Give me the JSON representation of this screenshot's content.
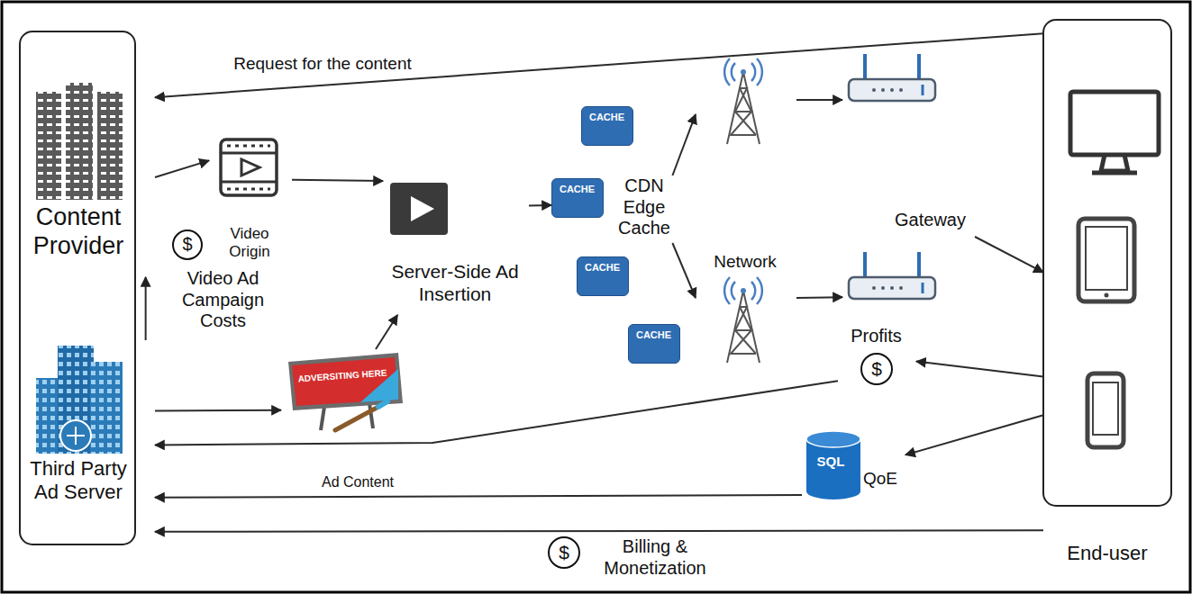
{
  "diagram": {
    "nodes": [
      {
        "text": [
          "Content Provider"
        ]
      },
      {
        "text": [
          "Third Party Ad Server"
        ]
      },
      {
        "text": [
          "Video Origin"
        ]
      },
      {
        "text": [
          "Server-Side Ad Insertion"
        ]
      },
      {
        "text": [
          "ADVERSITING HERE"
        ]
      },
      {
        "text": [
          "CACHE"
        ]
      },
      {
        "text": [
          "CACHE"
        ]
      },
      {
        "text": [
          "CACHE"
        ]
      },
      {
        "text": [
          "CACHE"
        ]
      },
      {
        "text": [
          "CDN Edge Cache"
        ]
      },
      {
        "text": [
          "Network"
        ]
      },
      {
        "text": [
          "Gateway"
        ]
      },
      {
        "text": [
          "Profits",
          "$"
        ]
      },
      {
        "text": [
          "SQL",
          "QoE"
        ]
      },
      {
        "text": [
          "End-user"
        ]
      }
    ],
    "edges": [
      {
        "from": 14,
        "to": 0,
        "arrow": "to",
        "label": "Request for the content"
      },
      {
        "from": 0,
        "to": 2,
        "arrow": "to"
      },
      {
        "from": 2,
        "to": 3,
        "arrow": "to"
      },
      {
        "from": 1,
        "to": 0,
        "arrow": "to",
        "label": "Video Ad Campaign Costs"
      },
      {
        "from": 1,
        "to": 4,
        "arrow": "to"
      },
      {
        "from": 4,
        "to": 3,
        "arrow": "to"
      },
      {
        "from": 3,
        "to": 6,
        "arrow": "to"
      },
      {
        "from": 9,
        "to": 10,
        "arrow": "to"
      },
      {
        "from": 9,
        "to": 10,
        "arrow": "to"
      },
      {
        "from": 10,
        "to": 11,
        "arrow": "to"
      },
      {
        "from": 10,
        "to": 11,
        "arrow": "to"
      },
      {
        "from": 11,
        "to": 14,
        "arrow": "to"
      },
      {
        "from": 14,
        "to": 12,
        "arrow": "to"
      },
      {
        "from": 12,
        "to": 1,
        "arrow": "to"
      },
      {
        "from": 14,
        "to": 13,
        "arrow": "to"
      },
      {
        "from": 13,
        "to": 1,
        "arrow": "to",
        "label": "Ad Content"
      },
      {
        "from": 14,
        "to": 1,
        "arrow": "to",
        "label": "Billing & Monetization"
      }
    ],
    "labels": [
      "$",
      "$"
    ]
  }
}
